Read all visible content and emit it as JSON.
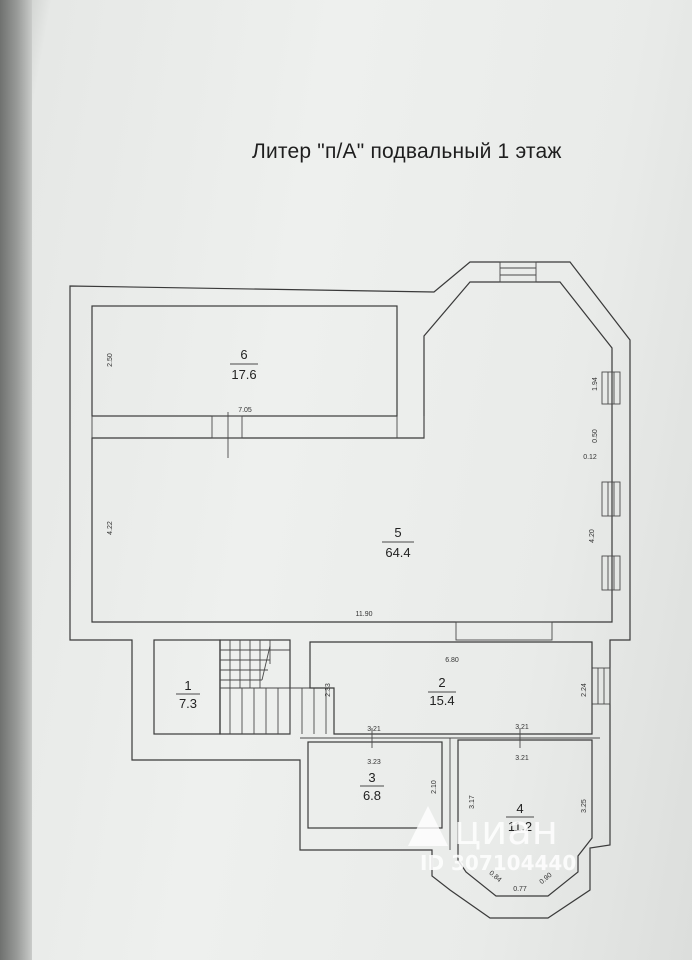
{
  "title": "Литер \"п/А\" подвальный 1 этаж",
  "rooms": [
    {
      "number": "1",
      "area": "7.3"
    },
    {
      "number": "2",
      "area": "15.4"
    },
    {
      "number": "3",
      "area": "6.8"
    },
    {
      "number": "4",
      "area": "11.2"
    },
    {
      "number": "5",
      "area": "64.4"
    },
    {
      "number": "6",
      "area": "17.6"
    }
  ],
  "dimensions": {
    "d_2_50": "2.50",
    "d_7_05": "7.05",
    "d_1_94": "1.94",
    "d_0_50": "0.50",
    "d_0_12": "0.12",
    "d_4_22": "4.22",
    "d_4_20": "4.20",
    "d_11_90": "11.90",
    "d_6_80": "6.80",
    "d_2_33": "2.33",
    "d_2_24": "2.24",
    "d_3_21_a": "3.21",
    "d_3_21_b": "3.21",
    "d_3_23": "3.23",
    "d_3_21_c": "3.21",
    "d_2_10": "2.10",
    "d_3_17": "3.17",
    "d_3_25": "3.25",
    "d_0_84": "0.84",
    "d_0_77": "0.77",
    "d_0_90": "0.90"
  },
  "watermark": {
    "brand": "циан",
    "id": "ID 307104440",
    "color": "#ffffff"
  }
}
